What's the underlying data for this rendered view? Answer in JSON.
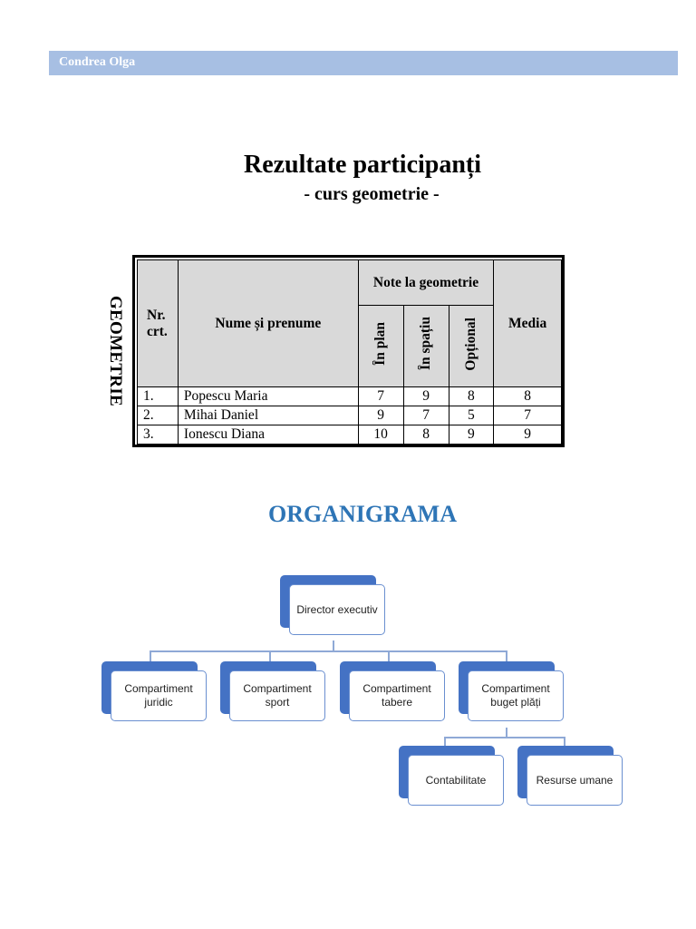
{
  "header": {
    "author": "Condrea Olga"
  },
  "title": "Rezultate participanți",
  "subtitle": "-   curs geometrie -",
  "side_label": "GEOMETRIE",
  "table": {
    "headers": {
      "nr": "Nr. crt.",
      "name": "Nume și prenume",
      "group": "Note la geometrie",
      "plan": "În plan",
      "spatiu": "În spațiu",
      "optional": "Opțional",
      "media": "Media"
    },
    "rows": [
      {
        "nr": "1.",
        "name": "Popescu Maria",
        "plan": "7",
        "spatiu": "9",
        "optional": "8",
        "media": "8"
      },
      {
        "nr": "2.",
        "name": "Mihai Daniel",
        "plan": "9",
        "spatiu": "7",
        "optional": "5",
        "media": "7"
      },
      {
        "nr": "3.",
        "name": "Ionescu Diana",
        "plan": "10",
        "spatiu": "8",
        "optional": "9",
        "media": "9"
      }
    ]
  },
  "org": {
    "title": "ORGANIGRAMA",
    "director": "Director executiv",
    "departments": [
      "Compartiment juridic",
      "Compartiment sport",
      "Compartiment tabere",
      "Compartiment buget plăți"
    ],
    "sub": [
      "Contabilitate",
      "Resurse umane"
    ]
  },
  "colors": {
    "header_bar": "#a7bfe3",
    "org_title": "#2e75b6",
    "node_back": "#4472c4",
    "connector": "#8fa9d6"
  }
}
